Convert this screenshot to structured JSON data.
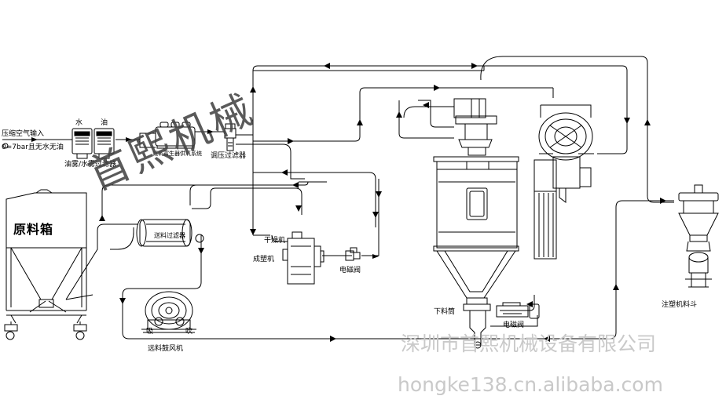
{
  "labels": {
    "air_input": "压缩空气输入",
    "air_spec": "0=7bar且无水无油",
    "water": "水",
    "oil": "油",
    "mist_filter": "油雾/水雾过滤器",
    "nitrogen_system": "氮氧富生器供氧系统",
    "reg_filter": "调压过滤器",
    "raw_box": "原料箱",
    "feed_filter": "送料过滤器",
    "dryer": "干燥机",
    "molding": "成塑机",
    "solenoid_1": "电磁阀",
    "solenoid_2": "电磁阀",
    "hopper_outlet": "下料筒",
    "injection_hopper": "注塑机料斗",
    "suck": "吸",
    "blow": "吹",
    "blower": "远料鼓风机"
  },
  "watermark": {
    "brand": "首熙机械",
    "company": "深圳市首熙机械设备有限公司",
    "site": "hongke138.cn.alibaba.com"
  }
}
